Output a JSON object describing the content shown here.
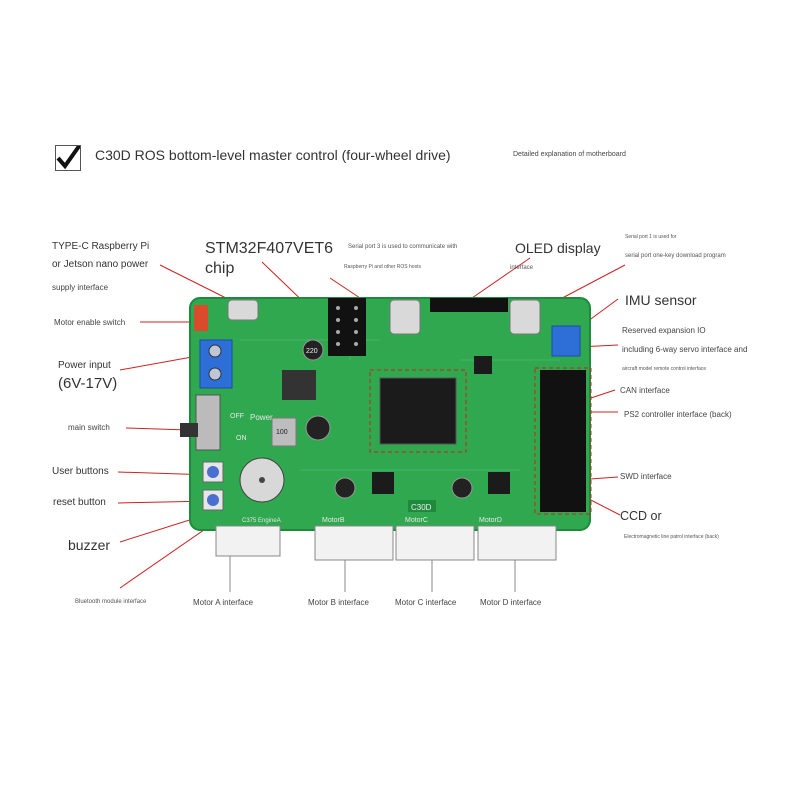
{
  "header": {
    "title": "C30D ROS bottom-level master control (four-wheel drive)",
    "subtitle": "Detailed explanation of motherboard"
  },
  "board": {
    "chip_marking": "C30D",
    "silkscreen": {
      "motor_b": "MotorB",
      "motor_c": "MotorC",
      "motor_d": "MotorD",
      "engine_a": "C375 EngineA",
      "power": "Power",
      "off": "OFF",
      "on": "ON",
      "cap_220": "220",
      "cap_100": "100"
    }
  },
  "labels": {
    "typec_1": "TYPE-C Raspberry Pi",
    "typec_2": "or Jetson nano power",
    "typec_3": "supply interface",
    "stm_1": "STM32F407VET6",
    "stm_2": "chip",
    "serial3_1": "Serial port 3 is used to communicate with",
    "serial3_2": "Raspberry Pi and other ROS hosts",
    "oled_1": "OLED display",
    "oled_2": "interface",
    "serial1_1": "Serial port 1 is used for",
    "serial1_2": "serial port one-key download program",
    "motor_enable": "Motor enable switch",
    "imu": "IMU sensor",
    "reserved_1": "Reserved expansion IO",
    "reserved_2": "including 6-way servo interface and",
    "reserved_3": "aircraft model remote control interface",
    "power_1": "Power input",
    "power_2": "(6V-17V)",
    "can": "CAN interface",
    "main_switch": "main switch",
    "ps2": "PS2 controller interface (back)",
    "user_buttons": "User buttons",
    "swd": "SWD interface",
    "reset": "reset button",
    "ccd_1": "CCD or",
    "ccd_2": "Electromagnetic line patrol interface (back)",
    "buzzer": "buzzer",
    "bluetooth": "Bluetooth module interface",
    "motor_a": "Motor A interface",
    "motor_b": "Motor B interface",
    "motor_c": "Motor C interface",
    "motor_d": "Motor D interface"
  },
  "colors": {
    "pcb": "#2fa84f",
    "pcb_edge": "#1f8a3c",
    "leader": "#cc2222",
    "chip": "#1b1b1b",
    "connector": "#f2f2f2",
    "header": "#111111",
    "terminal": "#2d6fd6"
  }
}
